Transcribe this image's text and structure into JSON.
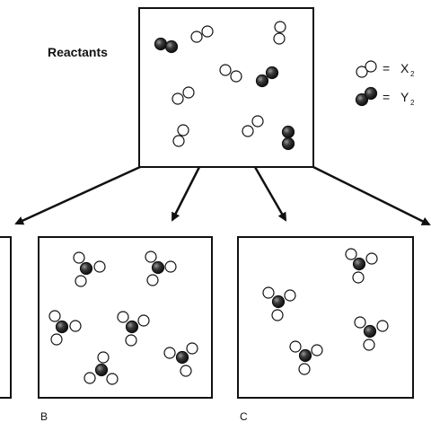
{
  "reactants_label": "Reactants",
  "legend": [
    {
      "symbol": "X",
      "subscript": "2",
      "atom": "white"
    },
    {
      "symbol": "Y",
      "subscript": "2",
      "atom": "dark"
    }
  ],
  "options": [
    {
      "label": "B"
    },
    {
      "label": "C"
    }
  ],
  "colors": {
    "atom_white": "#ffffff",
    "atom_dark": "#2a2a2a",
    "stroke": "#111111"
  }
}
